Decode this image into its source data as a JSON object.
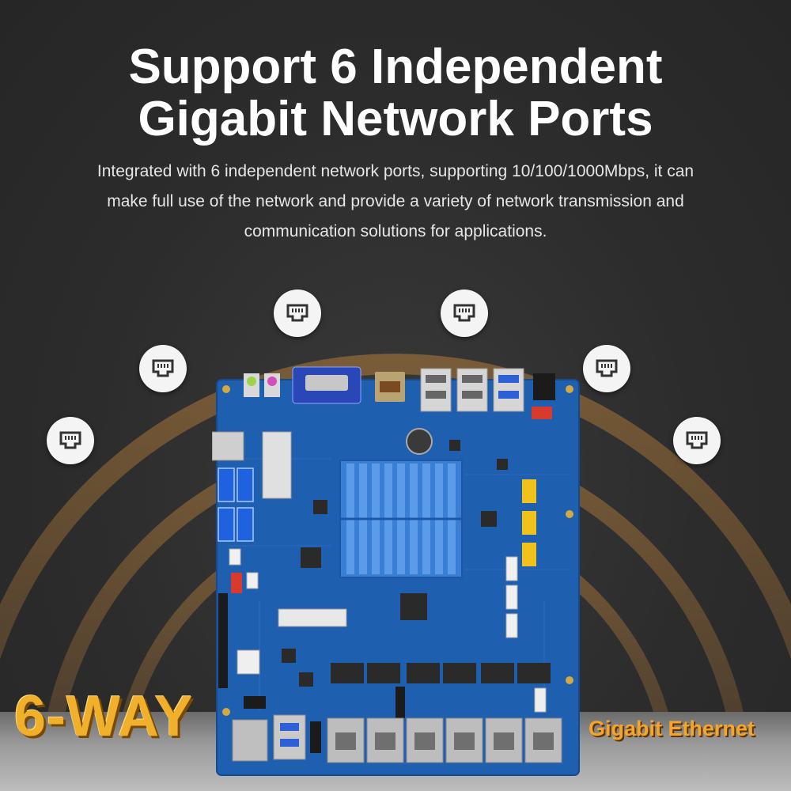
{
  "title": {
    "line1": "Support 6 Independent",
    "line2": "Gigabit Network Ports"
  },
  "description": {
    "line1": "Integrated with 6 independent network ports, supporting 10/100/1000Mbps, it can",
    "line2": "make full use of the network and provide a variety of network transmission and",
    "line3": "communication solutions for applications."
  },
  "badge": {
    "count": "6-WAY",
    "label": "Gigabit Ethernet"
  },
  "icons": [
    "ethernet-port-icon",
    "ethernet-port-icon",
    "ethernet-port-icon",
    "ethernet-port-icon",
    "ethernet-port-icon",
    "ethernet-port-icon"
  ],
  "colors": {
    "background": "#2c2c2c",
    "arc": "#c98a3c",
    "board": "#1f5fb0",
    "heatsink": "#3a7fd6",
    "accent": "#f0b02c"
  }
}
